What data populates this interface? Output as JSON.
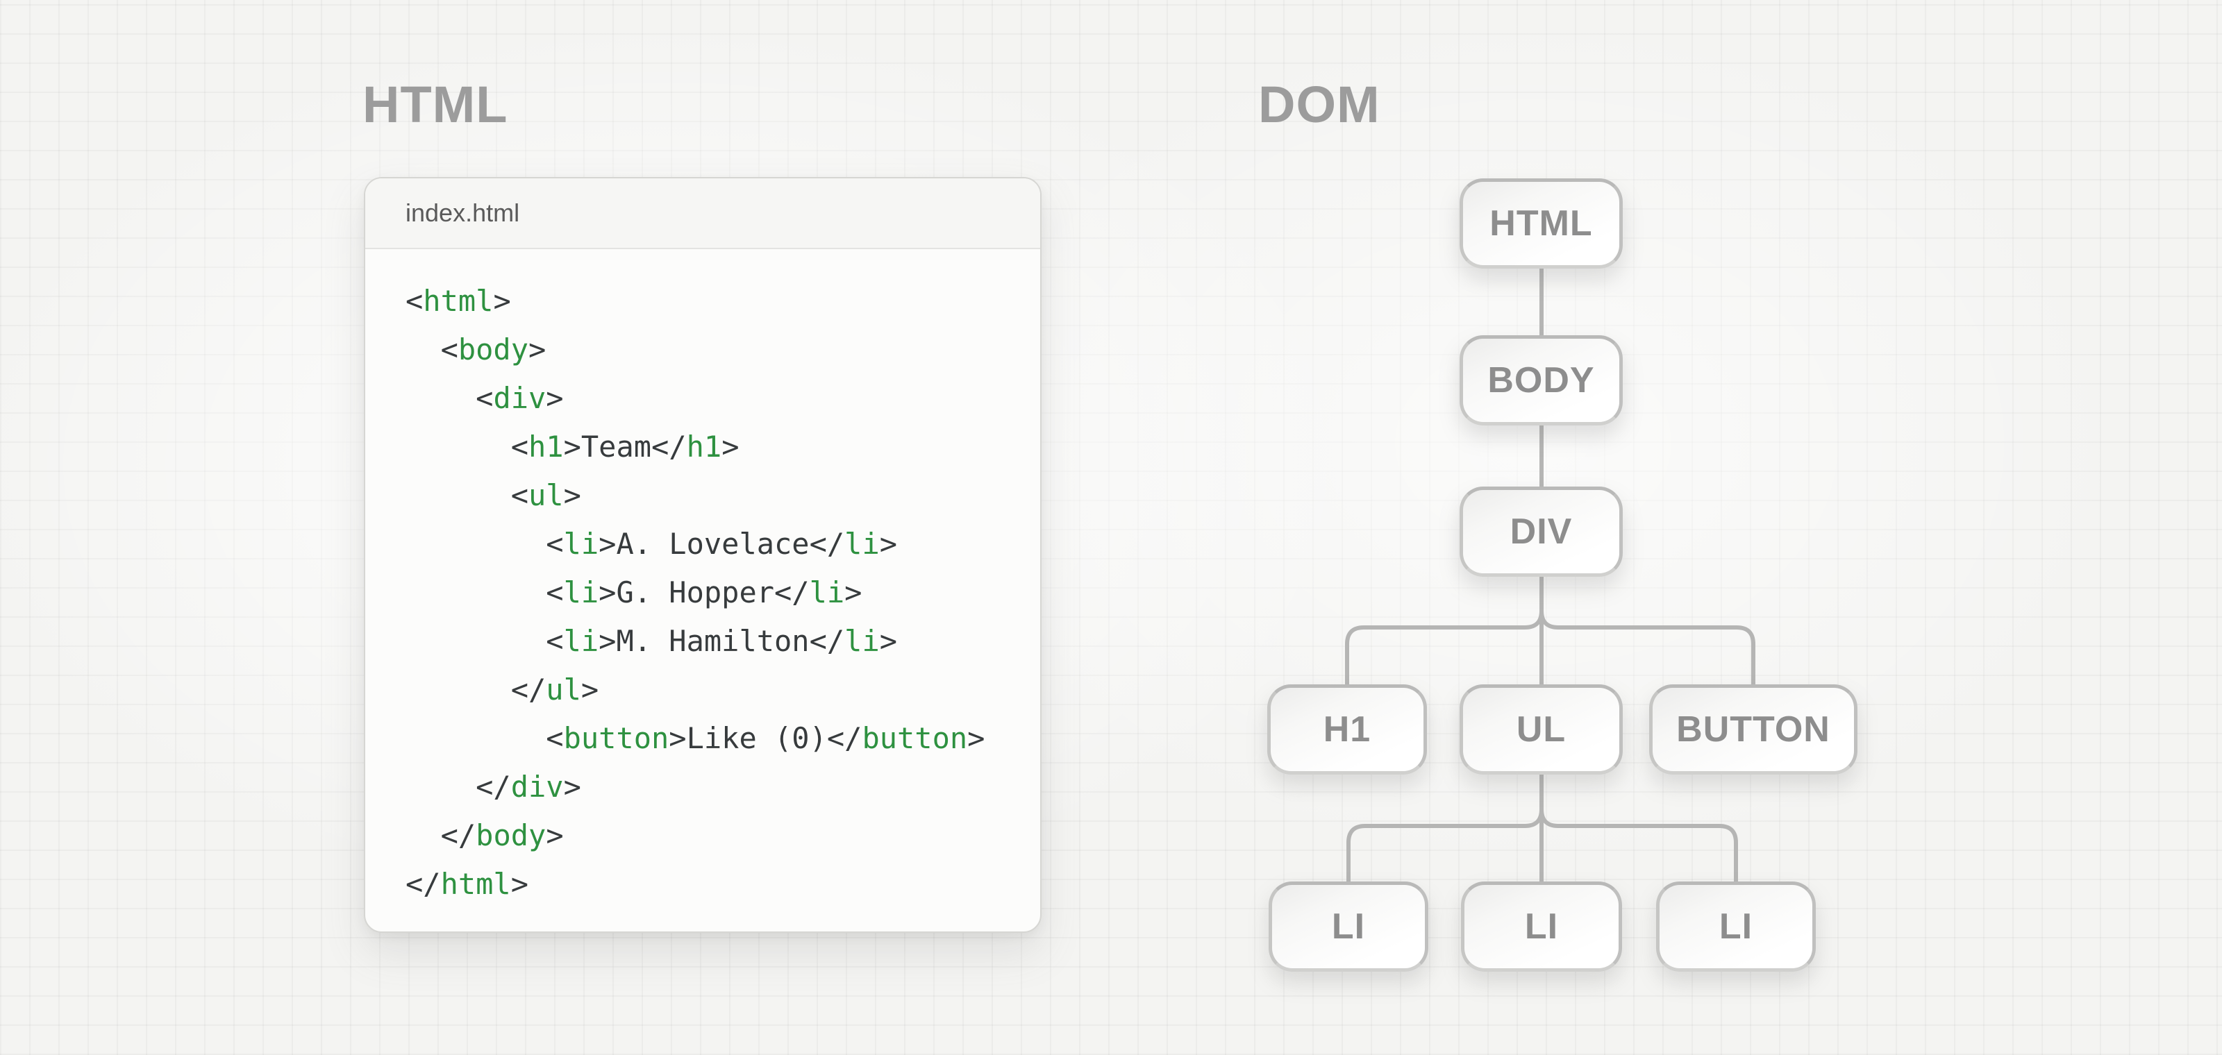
{
  "colors": {
    "background": "#f4f4f2",
    "heading_gray": "#9c9c9c",
    "code_text": "#373b3d",
    "code_tag_green": "#2e9140",
    "node_text_gray": "#8d8d8d",
    "connector_gray": "#b5b5b4"
  },
  "left_panel": {
    "heading": "HTML",
    "window": {
      "title": "index.html",
      "code_lines": [
        [
          {
            "s": "<",
            "k": "p"
          },
          {
            "s": "html",
            "k": "t"
          },
          {
            "s": ">",
            "k": "p"
          }
        ],
        [
          {
            "s": "  <",
            "k": "p"
          },
          {
            "s": "body",
            "k": "t"
          },
          {
            "s": ">",
            "k": "p"
          }
        ],
        [
          {
            "s": "    <",
            "k": "p"
          },
          {
            "s": "div",
            "k": "t"
          },
          {
            "s": ">",
            "k": "p"
          }
        ],
        [
          {
            "s": "      <",
            "k": "p"
          },
          {
            "s": "h1",
            "k": "t"
          },
          {
            "s": ">Team</",
            "k": "p"
          },
          {
            "s": "h1",
            "k": "t"
          },
          {
            "s": ">",
            "k": "p"
          }
        ],
        [
          {
            "s": "      <",
            "k": "p"
          },
          {
            "s": "ul",
            "k": "t"
          },
          {
            "s": ">",
            "k": "p"
          }
        ],
        [
          {
            "s": "        <",
            "k": "p"
          },
          {
            "s": "li",
            "k": "t"
          },
          {
            "s": ">A. Lovelace</",
            "k": "p"
          },
          {
            "s": "li",
            "k": "t"
          },
          {
            "s": ">",
            "k": "p"
          }
        ],
        [
          {
            "s": "        <",
            "k": "p"
          },
          {
            "s": "li",
            "k": "t"
          },
          {
            "s": ">G. Hopper</",
            "k": "p"
          },
          {
            "s": "li",
            "k": "t"
          },
          {
            "s": ">",
            "k": "p"
          }
        ],
        [
          {
            "s": "        <",
            "k": "p"
          },
          {
            "s": "li",
            "k": "t"
          },
          {
            "s": ">M. Hamilton</",
            "k": "p"
          },
          {
            "s": "li",
            "k": "t"
          },
          {
            "s": ">",
            "k": "p"
          }
        ],
        [
          {
            "s": "      </",
            "k": "p"
          },
          {
            "s": "ul",
            "k": "t"
          },
          {
            "s": ">",
            "k": "p"
          }
        ],
        [
          {
            "s": "        <",
            "k": "p"
          },
          {
            "s": "button",
            "k": "t"
          },
          {
            "s": ">Like (0)</",
            "k": "p"
          },
          {
            "s": "button",
            "k": "t"
          },
          {
            "s": ">",
            "k": "p"
          }
        ],
        [
          {
            "s": "    </",
            "k": "p"
          },
          {
            "s": "div",
            "k": "t"
          },
          {
            "s": ">",
            "k": "p"
          }
        ],
        [
          {
            "s": "  </",
            "k": "p"
          },
          {
            "s": "body",
            "k": "t"
          },
          {
            "s": ">",
            "k": "p"
          }
        ],
        [
          {
            "s": "</",
            "k": "p"
          },
          {
            "s": "html",
            "k": "t"
          },
          {
            "s": ">",
            "k": "p"
          }
        ]
      ]
    }
  },
  "right_panel": {
    "heading": "DOM",
    "nodes": [
      {
        "label": "HTML"
      },
      {
        "label": "BODY"
      },
      {
        "label": "DIV"
      },
      {
        "label": "H1"
      },
      {
        "label": "UL"
      },
      {
        "label": "BUTTON"
      },
      {
        "label": "LI"
      },
      {
        "label": "LI"
      },
      {
        "label": "LI"
      }
    ]
  }
}
